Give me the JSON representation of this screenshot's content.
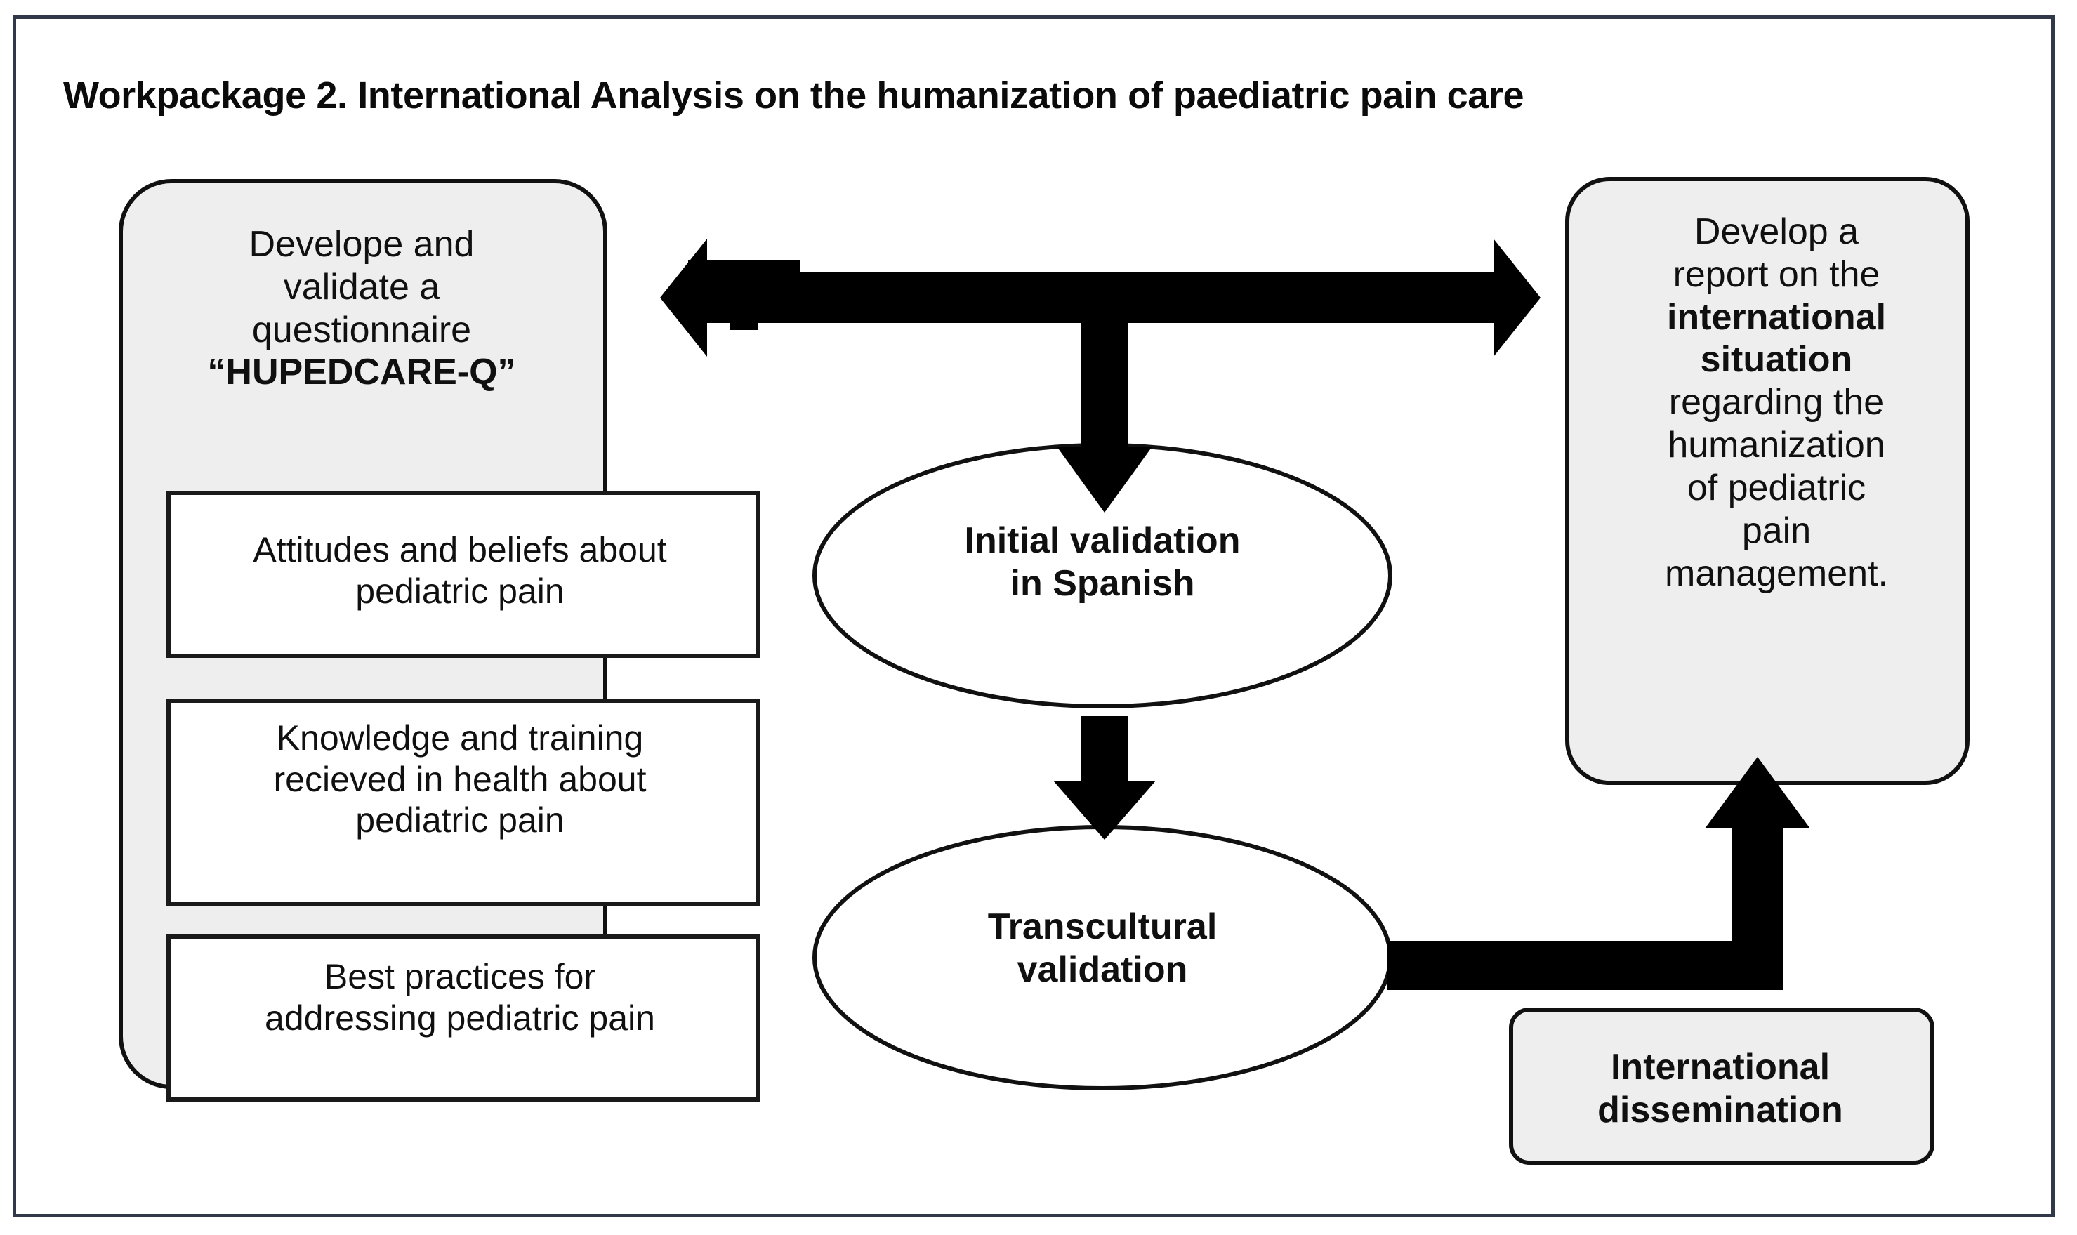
{
  "page": {
    "title": "Workpackage 2. International Analysis on the humanization of paediatric pain care",
    "frame_border_color": "#30384a",
    "panel_fill": "#eeeeee",
    "panel_stroke": "#111111",
    "arrow_color": "#000000"
  },
  "left_panel": {
    "heading_line1": "Develope and",
    "heading_line2": "validate a",
    "heading_line3": "questionnaire",
    "heading_emphasis": "“HUPEDCARE-Q”",
    "items": [
      {
        "line1": "Attitudes and beliefs about",
        "line2": "pediatric pain"
      },
      {
        "line1": "Knowledge and training",
        "line2": "recieved in health about",
        "line3": "pediatric pain"
      },
      {
        "line1": "Best practices for",
        "line2": "addressing pediatric pain"
      }
    ]
  },
  "center": {
    "ellipses": [
      {
        "line1": "Initial validation",
        "line2": "in Spanish"
      },
      {
        "line1": "Transcultural",
        "line2": "validation"
      }
    ]
  },
  "right_panel": {
    "line1": "Develop a",
    "line2": "report on the",
    "emphasis1": "international",
    "emphasis2": "situation",
    "line3": "regarding the",
    "line4": "humanization",
    "line5": "of pediatric",
    "line6": "pain",
    "line7": "management."
  },
  "dissemination": {
    "line1": "International",
    "line2": "dissemination"
  },
  "arrows": {
    "horizontal_bidirectional": "double-headed-arrow",
    "branch_down": "down-arrow",
    "between_ellipses": "down-arrow",
    "elbow_to_report": "elbow-up-arrow"
  }
}
